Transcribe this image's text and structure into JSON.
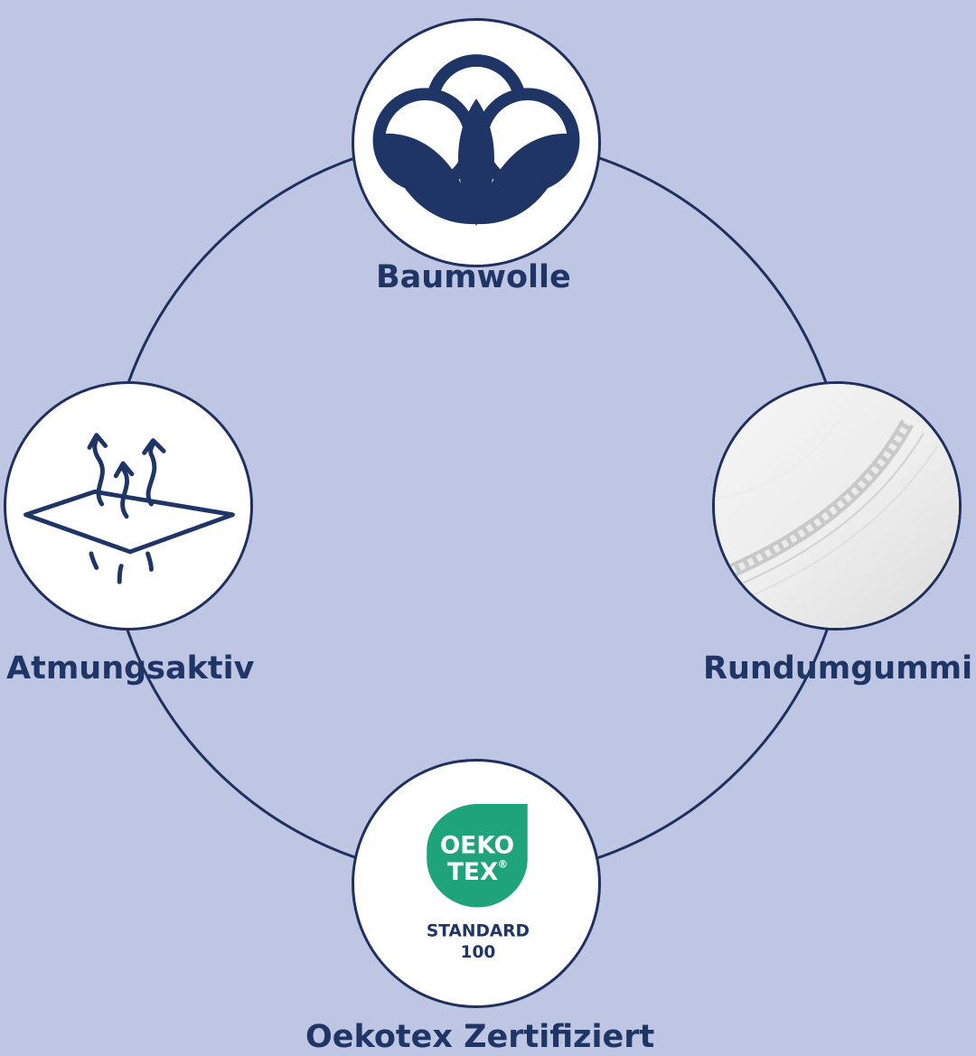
{
  "features": [
    {
      "id": "cotton",
      "label": "Baumwolle",
      "icon": "cotton-flower-icon"
    },
    {
      "id": "breathable",
      "label": "Atmungsaktiv",
      "icon": "breathable-membrane-icon"
    },
    {
      "id": "elastic",
      "label": "Rundumgummi",
      "icon": "fitted-sheet-elastic-image"
    },
    {
      "id": "oekotex",
      "label": "Oekotex Zertifiziert",
      "icon": "oeko-tex-logo"
    }
  ],
  "oekotex_logo": {
    "line1": "OEKO",
    "line2": "TEX",
    "registered": "®",
    "standard": "STANDARD",
    "number": "100"
  },
  "colors": {
    "background": "#bfc6e4",
    "navy": "#1f3566",
    "ring": "#1f2f5e",
    "oeko_green": "#1fa37a",
    "white": "#ffffff"
  }
}
